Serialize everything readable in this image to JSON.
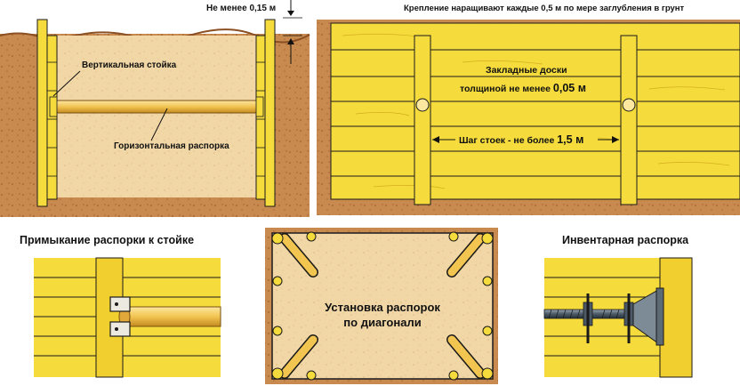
{
  "labels": {
    "top_min_depth": "Не менее 0,15 м",
    "top_right_note": "Крепление наращивают каждые 0,5 м по мере заглубления в грунт",
    "vertical_post": "Вертикальная стойка",
    "horizontal_strut": "Горизонтальная распорка",
    "boards_line1": "Закладные доски",
    "boards_line2_prefix": "толщиной не менее ",
    "boards_line2_value": "0,05 м",
    "post_pitch_prefix": "Шаг стоек - не более ",
    "post_pitch_value": "1,5 м",
    "strut_junction_title": "Примыкание распорки к стойке",
    "diagonal_line1": "Установка распорок",
    "diagonal_line2": "по диагонали",
    "inventory_strut_title": "Инвентарная распорка"
  },
  "colors": {
    "soil": "#c88a4e",
    "soil_dark": "#9c5f2c",
    "sand": "#f2d7a6",
    "wood": "#f5dc3c",
    "wood_dark": "#d4ae1e",
    "outline": "#1a1a1a",
    "metal": "#4b5a66"
  }
}
